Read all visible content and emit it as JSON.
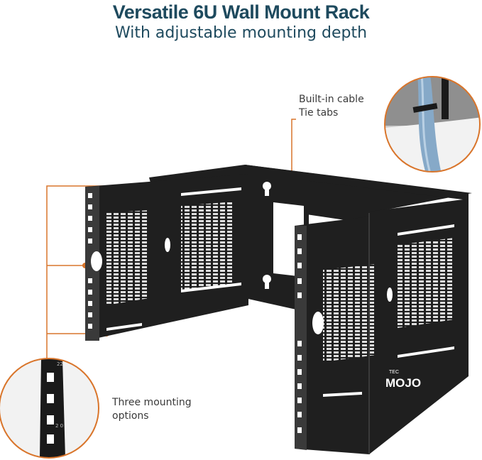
{
  "header": {
    "title": "Versatile 6U Wall Mount Rack",
    "subtitle": "With adjustable mounting depth"
  },
  "callouts": {
    "cable_tabs": {
      "line1": "Built-in cable",
      "line2": "Tie tabs"
    },
    "mounting": {
      "line1": "Three mounting",
      "line2": "options"
    }
  },
  "brand": {
    "small": "TEC",
    "big": "MOJO"
  },
  "rail_digits": {
    "top": "22",
    "bottom": "2 0"
  },
  "colors": {
    "title": "#1e4a5e",
    "text": "#3a3a3a",
    "accent": "#d9752b",
    "rack": "#1f1f1f",
    "rack_edge": "#3a3a3a"
  }
}
